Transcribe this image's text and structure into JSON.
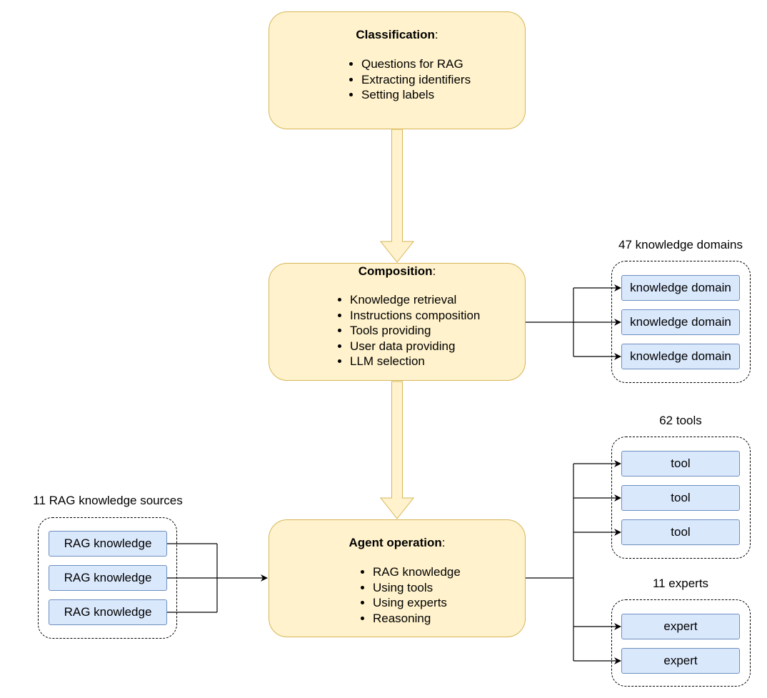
{
  "stages": [
    {
      "id": "classification",
      "title": "Classification",
      "suffix": ":",
      "items": [
        "Questions for RAG",
        "Extracting identifiers",
        "Setting labels"
      ]
    },
    {
      "id": "composition",
      "title": "Composition",
      "suffix": ":",
      "items": [
        "Knowledge retrieval",
        "Instructions composition",
        "Tools providing",
        "User data providing",
        "LLM selection"
      ]
    },
    {
      "id": "agent-operation",
      "title": "Agent operation",
      "suffix": ":",
      "items": [
        "RAG knowledge",
        "Using tools",
        "Using experts",
        "Reasoning"
      ]
    }
  ],
  "groups": {
    "knowledge_domains": {
      "label": "47 knowledge domains",
      "items": [
        "knowledge domain",
        "knowledge domain",
        "knowledge domain"
      ]
    },
    "tools": {
      "label": "62 tools",
      "items": [
        "tool",
        "tool",
        "tool"
      ]
    },
    "experts": {
      "label": "11 experts",
      "items": [
        "expert",
        "expert"
      ]
    },
    "rag_sources": {
      "label": "11 RAG knowledge sources",
      "items": [
        "RAG knowledge",
        "RAG knowledge",
        "RAG knowledge"
      ]
    }
  },
  "colors": {
    "stage_fill": "#fff2cc",
    "stage_stroke": "#d6b656",
    "item_fill": "#dae8fc",
    "item_stroke": "#6c8ebf",
    "connector": "#000000"
  }
}
